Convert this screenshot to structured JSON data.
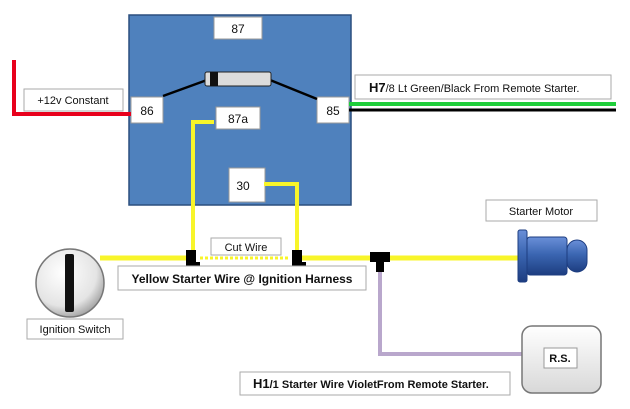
{
  "relay": {
    "pin_87": "87",
    "pin_86": "86",
    "pin_87a": "87a",
    "pin_85": "85",
    "pin_30": "30",
    "fill_color": "#4f81bd"
  },
  "labels": {
    "constant": "+12v Constant",
    "h7_prefix": "H7",
    "h7_rest": "/8 Lt Green/Black From Remote Starter.",
    "starter_motor": "Starter Motor",
    "cut_wire": "Cut Wire",
    "yellow_wire": "Yellow Starter Wire @ Ignition Harness",
    "ignition_switch": "Ignition Switch",
    "rs": "R.S.",
    "h1_prefix": "H1",
    "h1_rest": "/1 Starter Wire VioletFrom Remote Starter."
  },
  "colors": {
    "red_wire": "#e8001c",
    "green_wire": "#1fce3a",
    "black_wire": "#000000",
    "yellow_wire": "#f8f52a",
    "violet_wire": "#b9a7cc",
    "motor_blue": "#3b66b2"
  },
  "icons": {
    "diode": "diode-icon",
    "ignition": "ignition-switch-icon",
    "motor": "starter-motor-icon"
  }
}
